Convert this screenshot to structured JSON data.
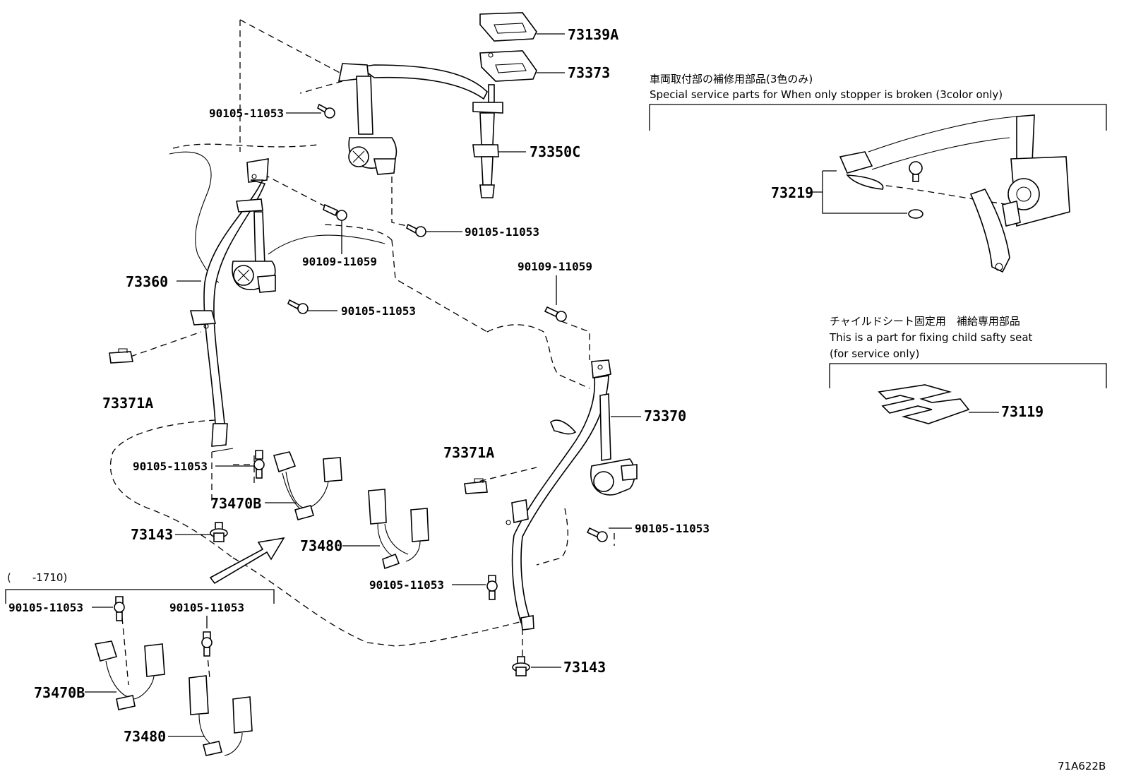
{
  "diagram_code": "71A622B",
  "notes": {
    "stopper_jp": "車両取付部の補修用部品(3色のみ)",
    "stopper_en": "Special service parts for When only stopper is broken (3color only)",
    "child_jp": "チャイルドシート固定用　補給専用部品",
    "child_en_1": "This is a part for fixing child safty seat",
    "child_en_2": "(for service only)",
    "range_label": "(　　-1710)"
  },
  "labels": {
    "p73139A": "73139A",
    "p73373": "73373",
    "p73350C": "73350C",
    "p90105_top": "90105-11053",
    "p90105_mid": "90105-11053",
    "p90109_left": "90109-11059",
    "p73360": "73360",
    "p90105_left": "90105-11053",
    "p73371A_left": "73371A",
    "p90105_lower": "90105-11053",
    "p73470B": "73470B",
    "p73143_left": "73143",
    "p73480": "73480",
    "p90105_center": "90105-11053",
    "p73371A_right": "73371A",
    "p90109_right": "90109-11059",
    "p73370": "73370",
    "p90105_right": "90105-11053",
    "p73143_right": "73143",
    "p73219": "73219",
    "p73119": "73119",
    "p90105_box1": "90105-11053",
    "p90105_box2": "90105-11053",
    "p73470B_box": "73470B",
    "p73480_box": "73480"
  }
}
